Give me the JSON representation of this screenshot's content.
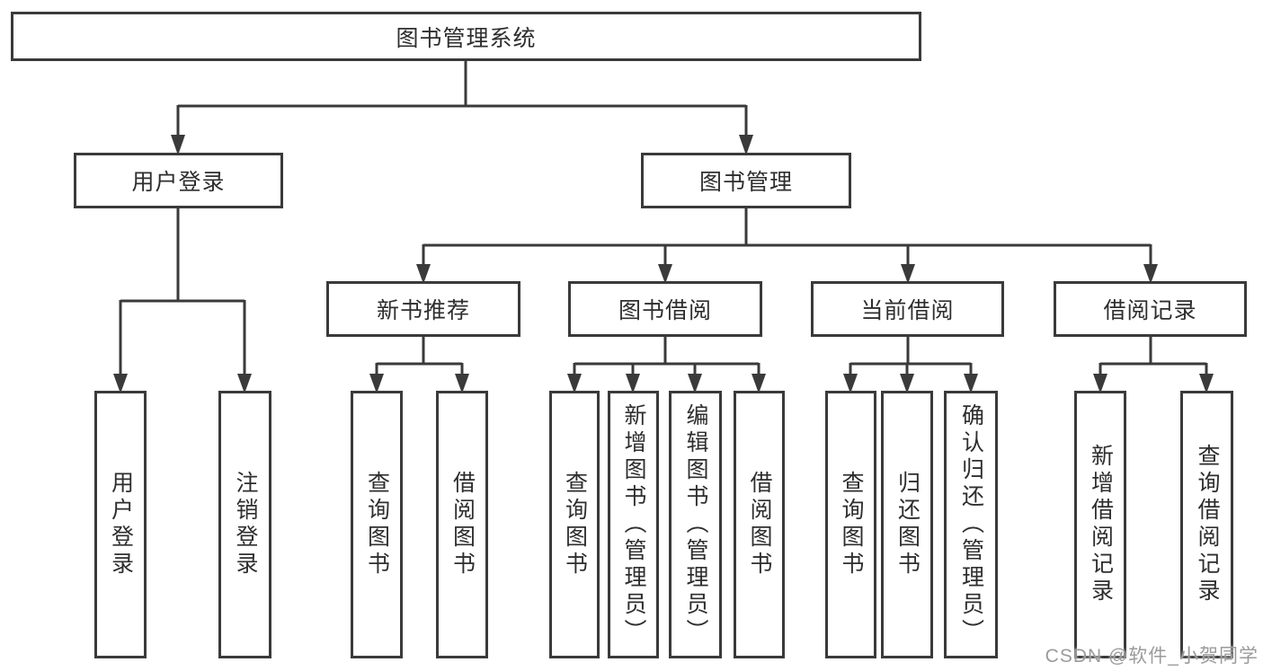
{
  "diagram": {
    "root": {
      "label": "图书管理系统"
    },
    "level2": [
      {
        "label": "用户登录"
      },
      {
        "label": "图书管理"
      }
    ],
    "level3": [
      {
        "label": "新书推荐"
      },
      {
        "label": "图书借阅"
      },
      {
        "label": "当前借阅"
      },
      {
        "label": "借阅记录"
      }
    ],
    "leaves": [
      {
        "label": "用户登录",
        "parent": "用户登录"
      },
      {
        "label": "注销登录",
        "parent": "用户登录"
      },
      {
        "label": "查询图书",
        "parent": "新书推荐"
      },
      {
        "label": "借阅图书",
        "parent": "新书推荐"
      },
      {
        "label": "查询图书",
        "parent": "图书借阅"
      },
      {
        "label": "新增图书（管理员）",
        "parent": "图书借阅"
      },
      {
        "label": "编辑图书（管理员）",
        "parent": "图书借阅"
      },
      {
        "label": "借阅图书",
        "parent": "图书借阅"
      },
      {
        "label": "查询图书",
        "parent": "当前借阅"
      },
      {
        "label": "归还图书",
        "parent": "当前借阅"
      },
      {
        "label": "确认归还（管理员）",
        "parent": "当前借阅"
      },
      {
        "label": "新增借阅记录",
        "parent": "借阅记录"
      },
      {
        "label": "查询借阅记录",
        "parent": "借阅记录"
      }
    ],
    "watermark": "CSDN @软件_小贺同学",
    "colors": {
      "line": "#3a3a3a",
      "text": "#2e2e2e",
      "watermark": "#9b9b9b",
      "background": "#ffffff"
    }
  }
}
